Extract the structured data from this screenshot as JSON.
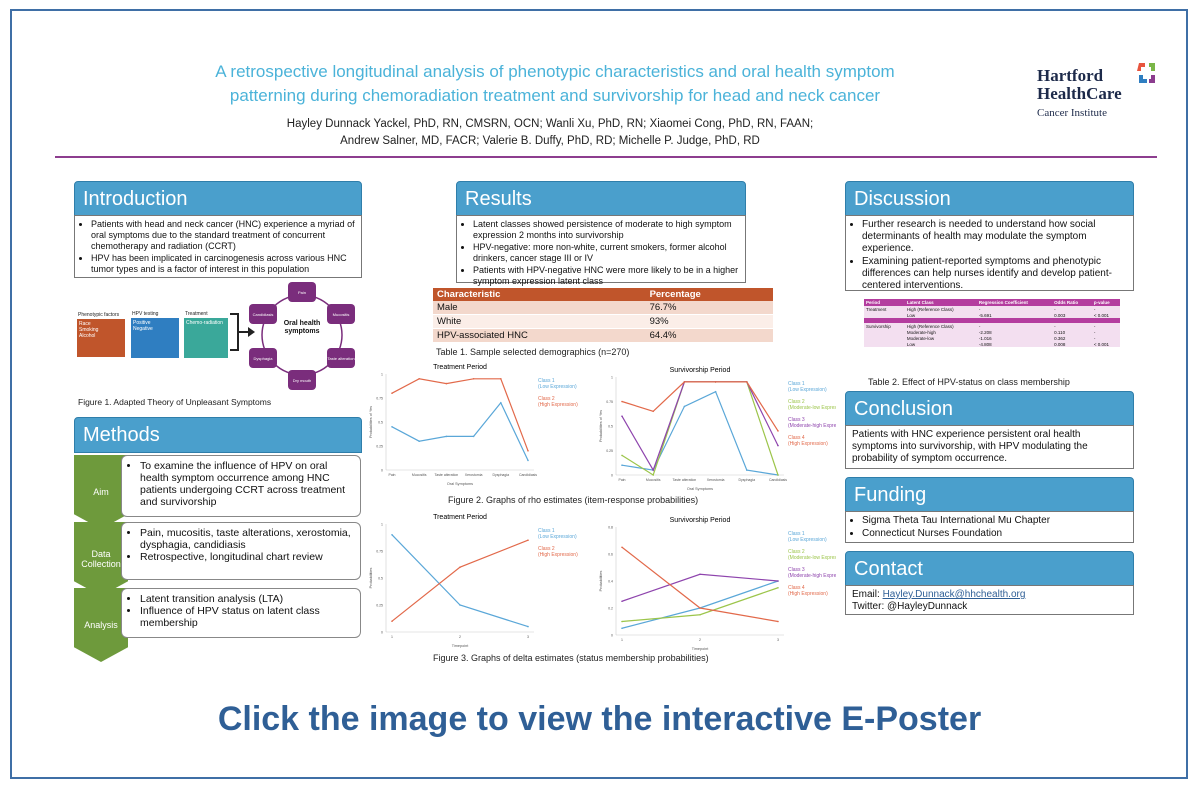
{
  "poster": {
    "title_line1": "A retrospective longitudinal analysis of phenotypic characteristics and oral health symptom",
    "title_line2": "patterning during chemoradiation treatment and survivorship for head and neck cancer",
    "authors_line1": "Hayley Dunnack Yackel, PhD, RN, CMSRN, OCN; Wanli Xu, PhD, RN; Xiaomei Cong, PhD, RN, FAAN;",
    "authors_line2": "Andrew Salner, MD, FACR; Valerie B. Duffy, PhD, RD; Michelle P. Judge, PhD, RD",
    "logo_line1": "Hartford",
    "logo_line2": "HealthCare",
    "logo_line3": "Cancer Institute",
    "cta": "Click the image to view the interactive E-Poster"
  },
  "introduction": {
    "heading": "Introduction",
    "bullets": [
      "Patients with head and neck cancer (HNC) experience a myriad of oral symptoms due to the standard treatment of concurrent chemotherapy and radiation (CCRT)",
      "HPV has been implicated in carcinogenesis across various HNC tumor types and is a factor of interest in this population"
    ],
    "figure": {
      "phenotypic": "Phenotypic factors",
      "phenotypic_items": [
        "Race",
        "Smoking",
        "Alcohol"
      ],
      "hpv": "HPV testing",
      "hpv_items": [
        "Positive",
        "Negative"
      ],
      "treatment": "Treatment",
      "treatment_items": [
        "Chemo-radiation"
      ],
      "center": "Oral health symptoms",
      "nodes": [
        "Pain",
        "Mucositis",
        "Taste alteration",
        "Dry mouth",
        "Dysphagia",
        "Candidiasis"
      ]
    },
    "caption": "Figure 1. Adapted Theory of Unpleasant Symptoms"
  },
  "methods": {
    "heading": "Methods",
    "rows": [
      {
        "label": "Aim",
        "bullets": [
          "To examine the influence of HPV on oral health symptom occurrence among HNC patients undergoing CCRT across treatment and survivorship"
        ]
      },
      {
        "label": "Data Collection",
        "bullets": [
          "Pain, mucositis, taste alterations, xerostomia, dysphagia, candidiasis",
          "Retrospective, longitudinal chart review"
        ]
      },
      {
        "label": "Analysis",
        "bullets": [
          "Latent transition analysis (LTA)",
          "Influence of HPV status on latent class membership"
        ]
      }
    ]
  },
  "results": {
    "heading": "Results",
    "bullets": [
      "Latent classes showed persistence of moderate to high symptom expression 2 months into survivorship",
      "HPV-negative: more non-white, current smokers, former alcohol drinkers, cancer stage III or IV",
      "Patients with HPV-negative HNC were more likely to be in a higher symptom expression latent class"
    ],
    "table1": {
      "headers": [
        "Characteristic",
        "Percentage"
      ],
      "rows": [
        [
          "Male",
          "76.7%"
        ],
        [
          "White",
          "93%"
        ],
        [
          "HPV-associated HNC",
          "64.4%"
        ]
      ],
      "caption": "Table 1. Sample selected demographics (n=270)"
    },
    "fig2_caption": "Figure 2. Graphs of rho estimates (item-response probabilities)",
    "fig3_caption": "Figure 3. Graphs of delta estimates (status membership probabilities)"
  },
  "chart_data": [
    {
      "type": "line",
      "title": "Treatment Period",
      "xlabel": "Oral Symptoms",
      "ylabel": "Probabilities of Yes",
      "categories": [
        "Pain",
        "Mucositis",
        "Taste alteration",
        "Xerostomia",
        "Dysphagia",
        "Candidiasis"
      ],
      "ylim": [
        0,
        1
      ],
      "series": [
        {
          "name": "Class 1 (Low Expression)",
          "color": "#5aa7d8",
          "values": [
            0.45,
            0.3,
            0.35,
            0.35,
            0.7,
            0.1
          ]
        },
        {
          "name": "Class 2 (High Expression)",
          "color": "#e2694a",
          "values": [
            0.8,
            0.95,
            0.9,
            0.95,
            0.95,
            0.2
          ]
        }
      ]
    },
    {
      "type": "line",
      "title": "Survivorship Period",
      "xlabel": "Oral Symptoms",
      "ylabel": "Probabilities of Yes",
      "categories": [
        "Pain",
        "Mucositis",
        "Taste alteration",
        "Xerostomia",
        "Dysphagia",
        "Candidiasis"
      ],
      "ylim": [
        0,
        1
      ],
      "series": [
        {
          "name": "Class 1 (Low Expression)",
          "color": "#5aa7d8",
          "values": [
            0.1,
            0.05,
            0.7,
            0.85,
            0.05,
            0.0
          ]
        },
        {
          "name": "Class 2 (Moderate-low Expression)",
          "color": "#9cc54a",
          "values": [
            0.2,
            0.0,
            0.95,
            0.95,
            0.95,
            0.0
          ]
        },
        {
          "name": "Class 3 (Moderate-high Expression)",
          "color": "#8e44ad",
          "values": [
            0.6,
            0.05,
            0.95,
            0.95,
            0.95,
            0.3
          ]
        },
        {
          "name": "Class 4 (High Expression)",
          "color": "#e2694a",
          "values": [
            0.75,
            0.65,
            0.95,
            0.95,
            0.95,
            0.45
          ]
        }
      ]
    },
    {
      "type": "line",
      "title": "Treatment Period",
      "xlabel": "Timepoint",
      "ylabel": "Probabilities",
      "categories": [
        "1",
        "2",
        "3"
      ],
      "ylim": [
        0,
        1
      ],
      "series": [
        {
          "name": "Class 1 (Low Expression)",
          "color": "#5aa7d8",
          "values": [
            0.9,
            0.25,
            0.05
          ]
        },
        {
          "name": "Class 2 (High Expression)",
          "color": "#e2694a",
          "values": [
            0.1,
            0.6,
            0.85
          ]
        }
      ]
    },
    {
      "type": "line",
      "title": "Survivorship Period",
      "xlabel": "Timepoint",
      "ylabel": "Probabilities",
      "categories": [
        "1",
        "2",
        "3"
      ],
      "ylim": [
        0,
        0.8
      ],
      "series": [
        {
          "name": "Class 1 (Low Expression)",
          "color": "#5aa7d8",
          "values": [
            0.05,
            0.2,
            0.4
          ]
        },
        {
          "name": "Class 2 (Moderate-low Expression)",
          "color": "#9cc54a",
          "values": [
            0.1,
            0.15,
            0.35
          ]
        },
        {
          "name": "Class 3 (Moderate-high Expression)",
          "color": "#8e44ad",
          "values": [
            0.25,
            0.45,
            0.4
          ]
        },
        {
          "name": "Class 4 (High Expression)",
          "color": "#e2694a",
          "values": [
            0.65,
            0.2,
            0.1
          ]
        }
      ]
    }
  ],
  "discussion": {
    "heading": "Discussion",
    "bullets": [
      "Further research is needed to understand how social determinants of health may modulate the symptom experience.",
      "Examining patient-reported symptoms and phenotypic differences can help nurses identify and develop patient-centered interventions."
    ],
    "table2": {
      "headers": [
        "Period",
        "Latent Class",
        "Regression Coefficient",
        "Odds Ratio",
        "p-value"
      ],
      "rows": [
        [
          "Treatment",
          "High (Reference Class)",
          "-",
          "-",
          "-"
        ],
        [
          "",
          "Low",
          "-5.691",
          "0.003",
          "< 0.001"
        ],
        [
          "Survivorship",
          "High (Reference Class)",
          "-",
          "-",
          "-"
        ],
        [
          "",
          "Moderate-high",
          "-2.208",
          "0.110",
          "-"
        ],
        [
          "",
          "Moderate-low",
          "-1.016",
          "0.362",
          "-"
        ],
        [
          "",
          "Low",
          "-4.808",
          "0.008",
          "< 0.001"
        ]
      ],
      "caption": "Table 2. Effect of HPV-status on class membership"
    }
  },
  "conclusion": {
    "heading": "Conclusion",
    "text": "Patients with HNC experience persistent oral health symptoms into survivorship, with HPV modulating the probability of symptom occurrence."
  },
  "funding": {
    "heading": "Funding",
    "bullets": [
      "Sigma Theta Tau International Mu Chapter",
      "Connecticut Nurses Foundation"
    ]
  },
  "contact": {
    "heading": "Contact",
    "email_label": "Email:",
    "email": "Hayley.Dunnack@hhchealth.org",
    "twitter": "Twitter: @HayleyDunnack"
  }
}
